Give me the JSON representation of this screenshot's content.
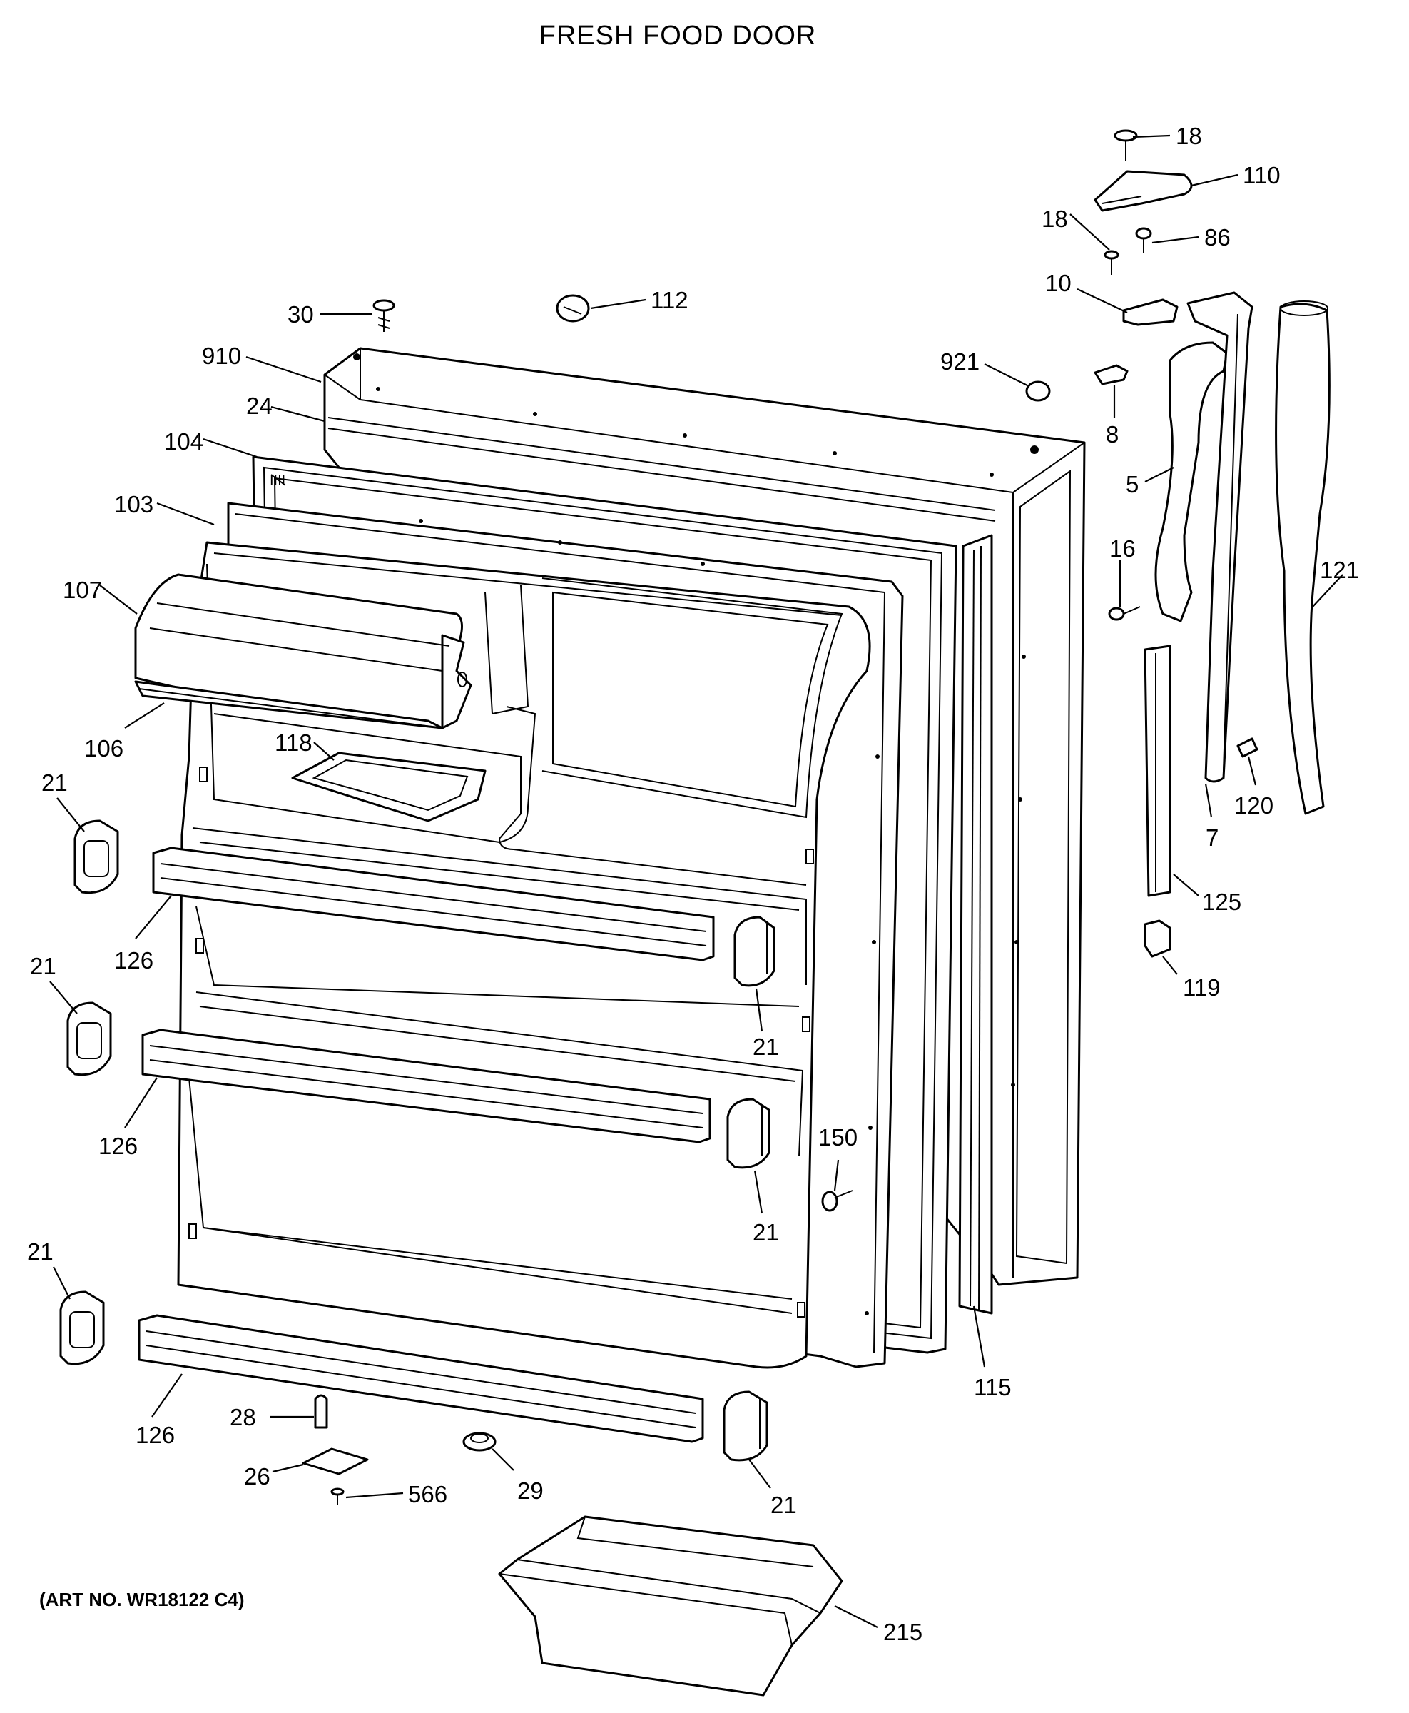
{
  "title": "FRESH FOOD DOOR",
  "art_number": "(ART NO. WR18122 C4)",
  "callouts": [
    {
      "id": "c18a",
      "label": "18"
    },
    {
      "id": "c110",
      "label": "110"
    },
    {
      "id": "c18b",
      "label": "18"
    },
    {
      "id": "c86",
      "label": "86"
    },
    {
      "id": "c10",
      "label": "10"
    },
    {
      "id": "c30",
      "label": "30"
    },
    {
      "id": "c112",
      "label": "112"
    },
    {
      "id": "c910",
      "label": "910"
    },
    {
      "id": "c921",
      "label": "921"
    },
    {
      "id": "c8",
      "label": "8"
    },
    {
      "id": "c24",
      "label": "24"
    },
    {
      "id": "c104",
      "label": "104"
    },
    {
      "id": "c5",
      "label": "5"
    },
    {
      "id": "c103",
      "label": "103"
    },
    {
      "id": "c16",
      "label": "16"
    },
    {
      "id": "c121",
      "label": "121"
    },
    {
      "id": "c107",
      "label": "107"
    },
    {
      "id": "c106",
      "label": "106"
    },
    {
      "id": "c118",
      "label": "118"
    },
    {
      "id": "c120",
      "label": "120"
    },
    {
      "id": "c21a",
      "label": "21"
    },
    {
      "id": "c7",
      "label": "7"
    },
    {
      "id": "c125",
      "label": "125"
    },
    {
      "id": "c126a",
      "label": "126"
    },
    {
      "id": "c119",
      "label": "119"
    },
    {
      "id": "c21b",
      "label": "21"
    },
    {
      "id": "c21c",
      "label": "21"
    },
    {
      "id": "c126b",
      "label": "126"
    },
    {
      "id": "c150",
      "label": "150"
    },
    {
      "id": "c21d",
      "label": "21"
    },
    {
      "id": "c21e",
      "label": "21"
    },
    {
      "id": "c115",
      "label": "115"
    },
    {
      "id": "c126c",
      "label": "126"
    },
    {
      "id": "c28",
      "label": "28"
    },
    {
      "id": "c26",
      "label": "26"
    },
    {
      "id": "c566",
      "label": "566"
    },
    {
      "id": "c29",
      "label": "29"
    },
    {
      "id": "c21f",
      "label": "21"
    },
    {
      "id": "c215",
      "label": "215"
    }
  ]
}
